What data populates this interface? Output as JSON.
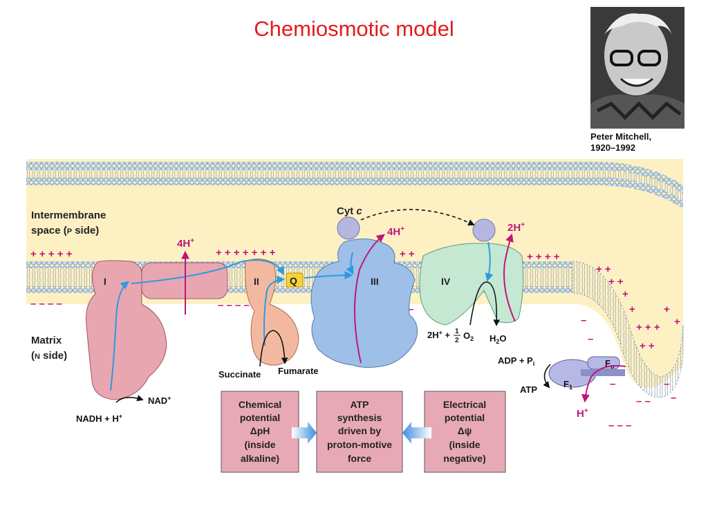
{
  "slide": {
    "title": "Chemiosmotic model"
  },
  "portrait": {
    "name": "Peter Mitchell,",
    "years": "1920–1992"
  },
  "regions": {
    "intermembrane_1": "Intermembrane",
    "intermembrane_2": "space (",
    "intermembrane_p": "P",
    "intermembrane_3": " side)",
    "matrix_1": "Matrix",
    "matrix_2": "(",
    "matrix_n": "N",
    "matrix_3": " side)"
  },
  "complexes": {
    "c1": "I",
    "c2": "II",
    "c3": "III",
    "c4": "IV",
    "q": "Q",
    "cyt": "Cyt ",
    "cyt_c": "c"
  },
  "protons": {
    "h4_left": "4H",
    "h4_right": "4H",
    "h2": "2H",
    "h_out": "H",
    "plus": "+"
  },
  "substrates": {
    "nadh": "NADH + H",
    "nad": "NAD",
    "succinate": "Succinate",
    "fumarate": "Fumarate",
    "o2_left": "2H",
    "o2_plus": "+",
    "o2_half_top": "1",
    "o2_half_bot": "2",
    "o2": "O",
    "o2_sub": "2",
    "h2o_h": "H",
    "h2o_sub": "2",
    "h2o_o": "O",
    "adp": "ADP + P",
    "adp_sub": "i",
    "atp": "ATP",
    "fo": "F",
    "fo_sub": "o",
    "f1": "F",
    "f1_sub": "1"
  },
  "boxes": {
    "left": [
      "Chemical",
      "potential",
      "ΔpH",
      "(inside",
      "alkaline)"
    ],
    "center": [
      "ATP",
      "synthesis",
      "driven by",
      "proton-motive",
      "force"
    ],
    "right": [
      "Electrical",
      "potential",
      "Δψ",
      "(inside",
      "negative)"
    ]
  },
  "colors": {
    "title": "#e21b1b",
    "space": "#fdf1c4",
    "bead": "#c9dcee",
    "bead_stroke": "#6f93b8",
    "complex1": "#e8a6b1",
    "complex2": "#f3b9a0",
    "complex3": "#9dbfe8",
    "complex4": "#c4e8d2",
    "cytc": "#b5b7e2",
    "q": "#f7d33b",
    "proton": "#c0157d",
    "electron": "#2d9ae0",
    "box": "#e8a9b6"
  }
}
